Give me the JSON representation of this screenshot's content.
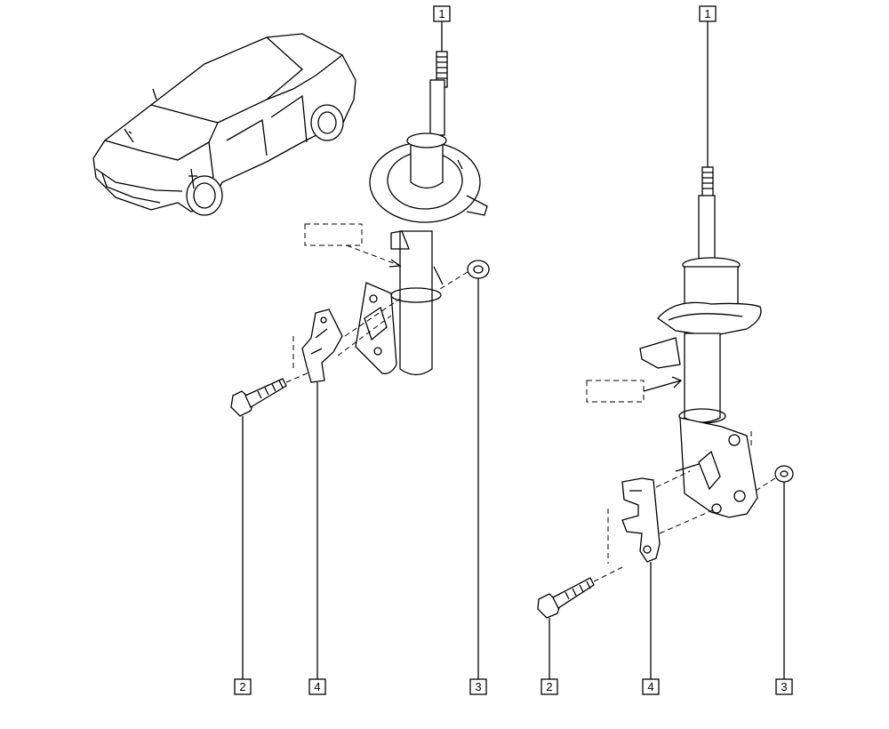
{
  "callouts": {
    "left": {
      "strut": "1",
      "bolt": "2",
      "nut": "3",
      "plate": "4"
    },
    "right": {
      "strut": "1",
      "bolt": "2",
      "nut": "3",
      "plate": "4"
    }
  },
  "icons": [
    "car-icon",
    "strut-icon",
    "bolt-icon",
    "nut-icon",
    "camber-plate-icon"
  ]
}
